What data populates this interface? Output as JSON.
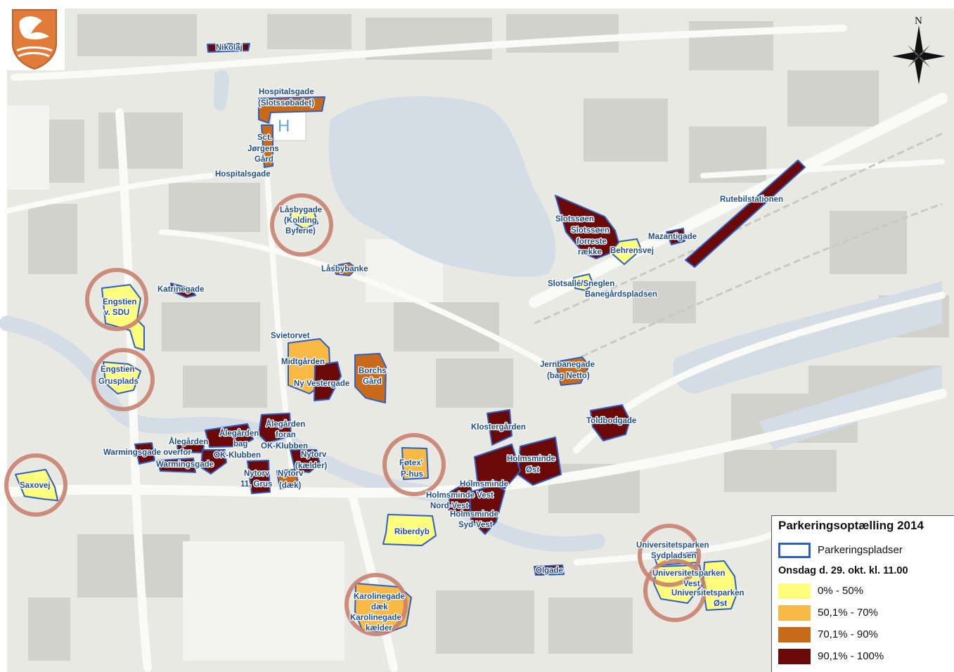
{
  "legend": {
    "title": "Parkeringsoptælling 2014",
    "outline_label": "Parkeringspladser",
    "subtitle": "Onsdag d. 29. okt. kl. 11.00",
    "classes": [
      {
        "label": "0% - 50%",
        "color": "#fdfd7c"
      },
      {
        "label": "50,1% - 70%",
        "color": "#f8ba45"
      },
      {
        "label": "70,1% - 90%",
        "color": "#c86a1a"
      },
      {
        "label": "90,1% - 100%",
        "color": "#6b0909"
      }
    ],
    "outline_color": "#2d5fc4"
  },
  "compass": {
    "north": "N"
  },
  "hospital_symbol": "H",
  "labels": {
    "nikolaj": "Nikolaj",
    "hospitalsgade_slot_1": "Hospitalsgade",
    "hospitalsgade_slot_2": "(Slotssøbadet)",
    "sct_1": "Sct.",
    "sct_2": "Jørgens",
    "sct_3": "Gård",
    "hospitalsgade": "Hospitalsgade",
    "laesby_1": "Låsbygade",
    "laesby_2": "(Kolding",
    "laesby_3": "Byferie)",
    "laesbybanke": "Låsbybanke",
    "katrinegade": "Katrinegade",
    "engstien_sdu_1": "Engstien",
    "engstien_sdu_2": "v. SDU",
    "engstien_grus_1": "Engstien",
    "engstien_grus_2": "Grusplads",
    "svietorvet": "Svietorvet",
    "midtgaarden": "Midtgården",
    "ny_vestergade": "Ny Vestergade",
    "borchs_1": "Borchs",
    "borchs_2": "Gård",
    "slotssoen": "Slotssøen",
    "slotssoen_forreste_1": "Slotssøen",
    "slotssoen_forreste_2": "forreste",
    "slotssoen_forreste_3": "række",
    "behrensvej": "Behrensvej",
    "mazantigade": "Mazantigade",
    "rutebilstationen": "Rutebilstationen",
    "slotsalle": "Slotsallé/Sneglen",
    "banegaardspladsen": "Banegårdspladsen",
    "jernbanegade_1": "Jernbanegade",
    "jernbanegade_2": "(bag Netto)",
    "toldbodgade": "Toldbodgade",
    "klostergaarden": "Klostergården",
    "holmsminde_oest_1": "Holmsminde",
    "holmsminde_oest_2": "Øst",
    "holmsminde_center": "Holmsminde",
    "holmsminde_nv_1": "Holmsminde Vest",
    "holmsminde_nv_2": "Nord-Vest",
    "holmsminde_sv_1": "Holmsminde",
    "holmsminde_sv_2": "Syd-Vest",
    "foetex_1": "Føtex'",
    "foetex_2": "P-hus",
    "riberdyb": "Riberdyb",
    "aalegaarden": "Ålegården",
    "aalegaarden_bag_1": "Ålegården",
    "aalegaarden_bag_2": "bag",
    "aalegaarden_bag_3": "OK-Klubben",
    "aalegaarden_foran_1": "Ålegården",
    "aalegaarden_foran_2": "foran",
    "aalegaarden_foran_3": "OK-Klubben",
    "nytorv_kaelder_1": "Nytorv",
    "nytorv_kaelder_2": "(kælder)",
    "nytorv_grus_1": "Nytorv",
    "nytorv_grus_2": "11, Grus",
    "nytorv_daek_1": "Nytorv",
    "nytorv_daek_2": "(dæk)",
    "warmingsgade_overfor": "Warmingsgade overfor",
    "warmingsgade": "Warmingsgade",
    "saxovej": "Saxovej",
    "univ_syd_1": "Universitetsparken",
    "univ_syd_2": "Sydpladsen",
    "univ_vest_1": "Universitetsparken",
    "univ_vest_2": "Vest",
    "univ_oest_1": "Universitetsparken",
    "univ_oest_2": "Øst",
    "olgade": "Olgade",
    "karolinegade_daek_1": "Karolinegade",
    "karolinegade_daek_2": "dæk",
    "karolinegade_kaelder_1": "Karolinegade",
    "karolinegade_kaelder_2": "kælder"
  }
}
